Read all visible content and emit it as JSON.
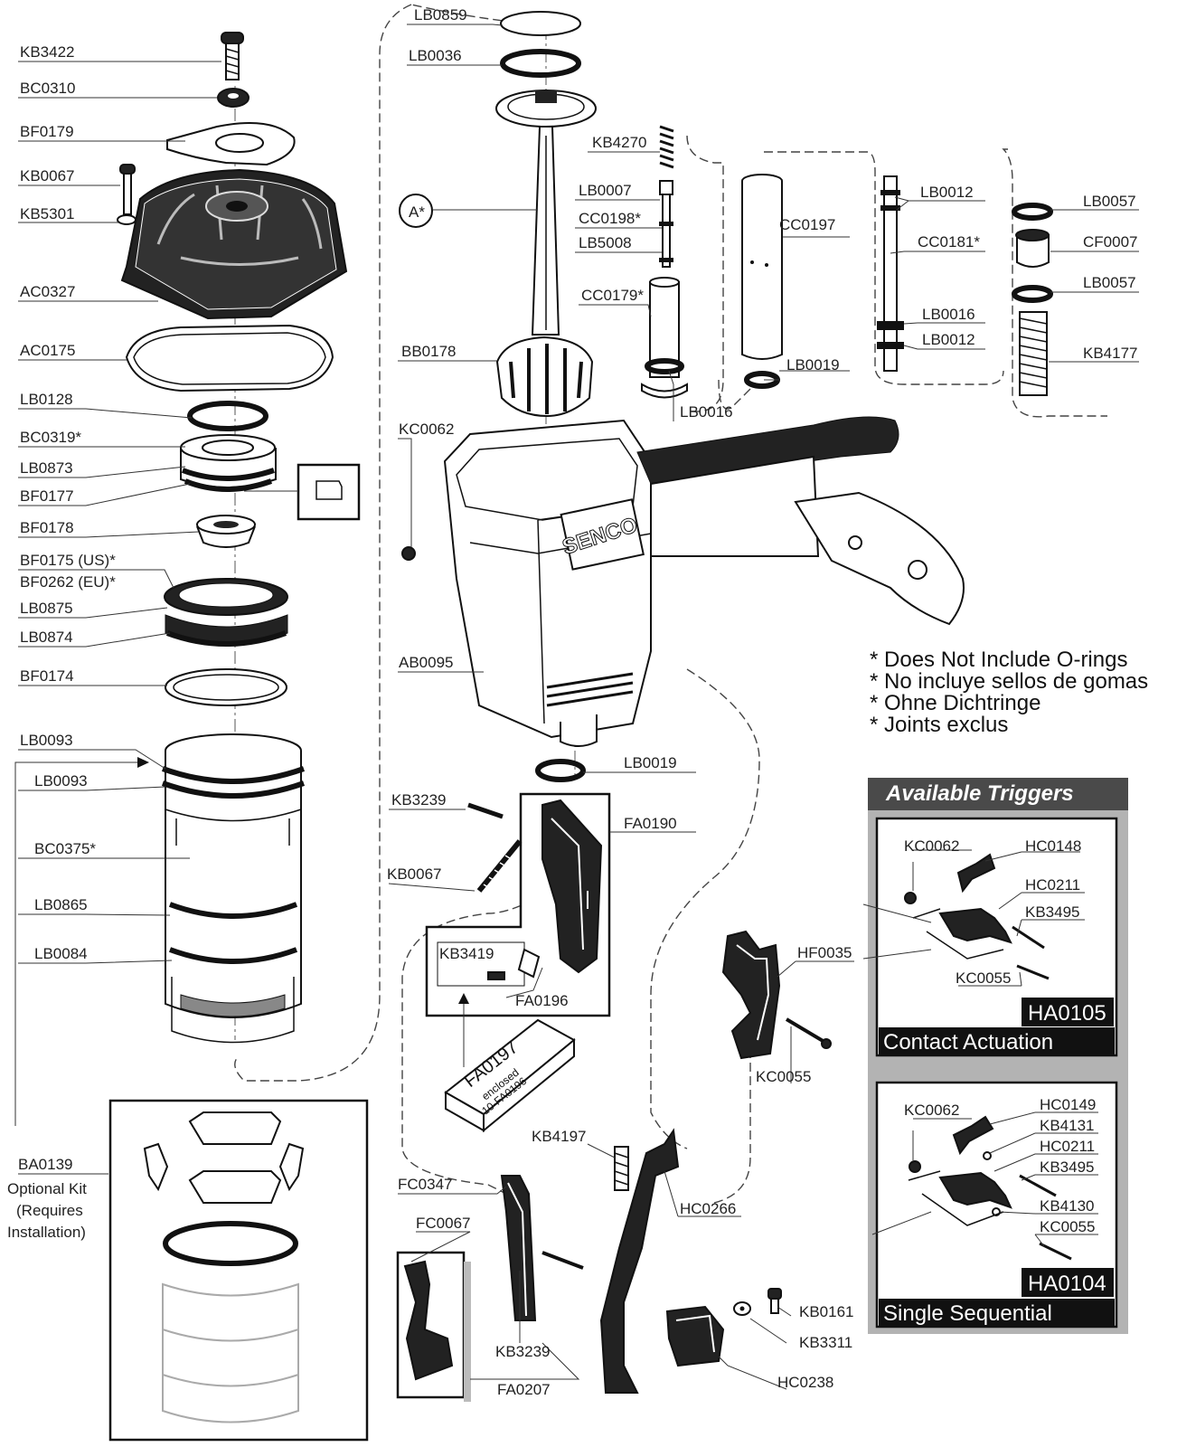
{
  "labels": {
    "KB3422": "KB3422",
    "BC0310": "BC0310",
    "BF0179": "BF0179",
    "KB0067a": "KB0067",
    "KB5301": "KB5301",
    "AC0327": "AC0327",
    "AC0175": "AC0175",
    "LB0128": "LB0128",
    "BC0319": "BC0319*",
    "LB0873": "LB0873",
    "BF0177": "BF0177",
    "BF0178": "BF0178",
    "BF0175": "BF0175 (US)*",
    "BF0262": "BF0262 (EU)*",
    "LB0875": "LB0875",
    "LB0874": "LB0874",
    "BF0174": "BF0174",
    "LB0093a": "LB0093",
    "LB0093b": "LB0093",
    "BC0375": "BC0375*",
    "LB0865": "LB0865",
    "LB0084": "LB0084",
    "BA0139": "BA0139",
    "opt1": "Optional Kit",
    "opt2": "(Requires",
    "opt3": "Installation)",
    "LB0859": "LB0859",
    "LB0036": "LB0036",
    "A": "A*",
    "KB4270": "KB4270",
    "LB0007": "LB0007",
    "CC0198": "CC0198*",
    "LB5008": "LB5008",
    "CC0179": "CC0179*",
    "BB0178": "BB0178",
    "LB0016a": "LB0016",
    "KC0062": "KC0062",
    "AB0095": "AB0095",
    "CC0197": "CC0197",
    "LB0019a": "LB0019",
    "LB0012a": "LB0012",
    "CC0181": "CC0181*",
    "LB0016b": "LB0016",
    "LB0012b": "LB0012",
    "LB0057a": "LB0057",
    "CF0007": "CF0007",
    "LB0057b": "LB0057",
    "KB4177": "KB4177",
    "LB0019b": "LB0019",
    "KB3239a": "KB3239",
    "FA0190": "FA0190",
    "KB0067b": "KB0067",
    "KB3419": "KB3419",
    "FA0196": "FA0196",
    "FA0197": "FA0197",
    "enclosed": "enclosed",
    "encl2": "10-FA0196",
    "KB4197": "KB4197",
    "FC0347": "FC0347",
    "FC0067": "FC0067",
    "KB3239b": "KB3239",
    "FA0207": "FA0207",
    "HC0266": "HC0266",
    "KB0161": "KB0161",
    "KB3311": "KB3311",
    "HC0238": "HC0238",
    "HF0035": "HF0035",
    "KC0055": "KC0055"
  },
  "notes": [
    "* Does Not Include O-rings",
    "* No incluye sellos de gomas",
    "* Ohne Dichtringe",
    "* Joints exclus"
  ],
  "brand": "SENCO",
  "triggers": {
    "title": "Available Triggers",
    "contact": {
      "kc0062": "KC0062",
      "hc0148": "HC0148",
      "hc0211": "HC0211",
      "kb3495": "KB3495",
      "kc0055": "KC0055",
      "code": "HA0105",
      "name": "Contact Actuation"
    },
    "sequential": {
      "kc0062": "KC0062",
      "hc0149": "HC0149",
      "kb4131": "KB4131",
      "hc0211": "HC0211",
      "kb3495": "KB3495",
      "kb4130": "KB4130",
      "kc0055": "KC0055",
      "code": "HA0104",
      "name": "Single Sequential"
    }
  }
}
